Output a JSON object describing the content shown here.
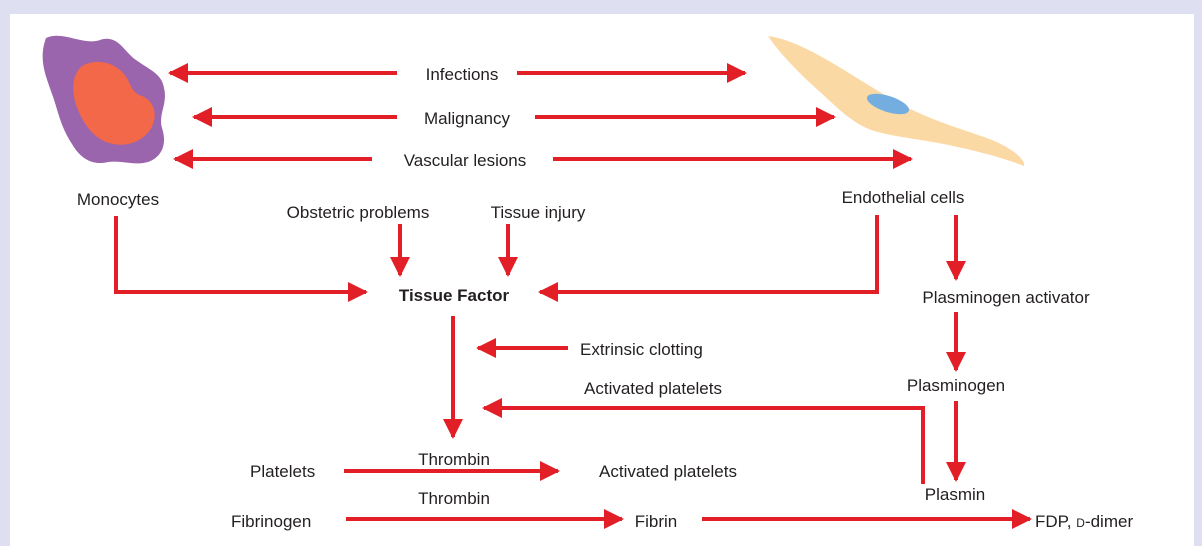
{
  "colors": {
    "background": "#dedff0",
    "panel": "#ffffff",
    "arrow": "#e21e26",
    "text": "#231f20",
    "monocyte_outer": "#9b65ad",
    "monocyte_nucleus": "#f26849",
    "endothelial_cell": "#fbd9a4",
    "endothelial_nucleus": "#74aee0"
  },
  "cells": {
    "monocyte_icon": "monocyte-cell",
    "endothelial_icon": "endothelial-cell"
  },
  "labels": {
    "infections": "Infections",
    "malignancy": "Malignancy",
    "vascular_lesions": "Vascular lesions",
    "monocytes": "Monocytes",
    "endothelial_cells": "Endothelial cells",
    "obstetric_problems": "Obstetric problems",
    "tissue_injury": "Tissue injury",
    "tissue_factor": "Tissue Factor",
    "plasminogen_activator": "Plasminogen activator",
    "extrinsic_clotting": "Extrinsic clotting",
    "activated_platelets_upper": "Activated platelets",
    "plasminogen": "Plasminogen",
    "thrombin_upper": "Thrombin",
    "platelets": "Platelets",
    "activated_platelets_lower": "Activated platelets",
    "thrombin_lower": "Thrombin",
    "plasmin": "Plasmin",
    "fibrinogen": "Fibrinogen",
    "fibrin": "Fibrin",
    "fdp_prefix": "FDP, ",
    "d_small": "D",
    "dimer_suffix": "-dimer"
  }
}
